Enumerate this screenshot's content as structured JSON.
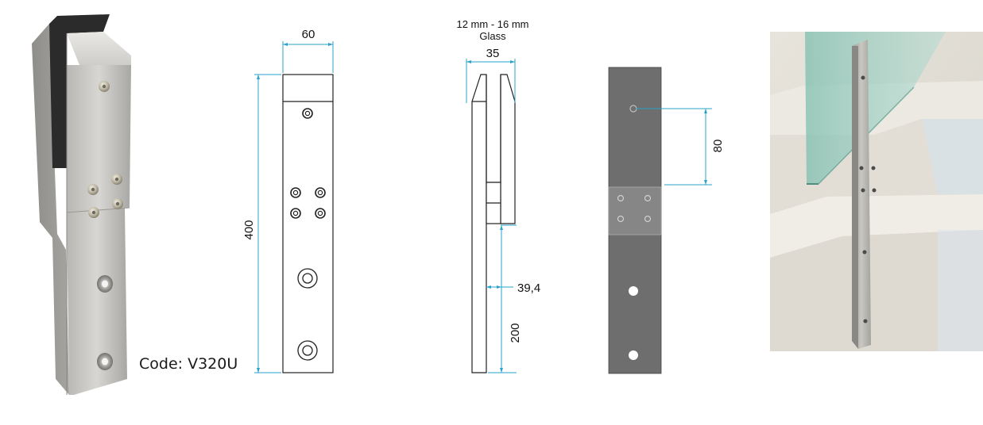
{
  "product_code": "Code: V320U",
  "front_view": {
    "width_label": "60",
    "height_label": "400"
  },
  "side_view": {
    "glass_range_label": "12 mm - 16 mm",
    "glass_label": "Glass",
    "width_label": "35",
    "thickness_label": "39,4",
    "lower_height_label": "200"
  },
  "back_view": {
    "hole_offset_label": "80"
  },
  "colors": {
    "dimension_line": "#29a3c9",
    "steel_dark": "#6e6e6e",
    "outline": "#222222"
  }
}
